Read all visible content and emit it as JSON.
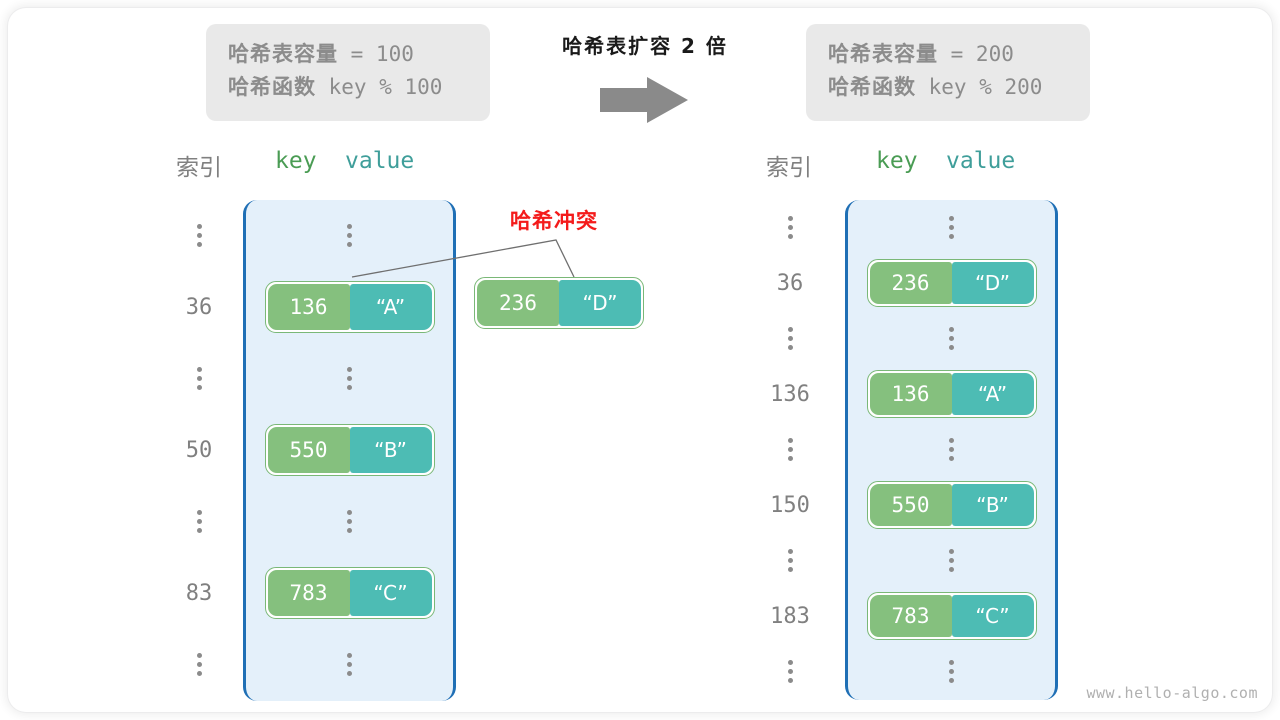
{
  "header": {
    "left_box": {
      "line1_label": "哈希表容量",
      "line1_value": " = 100",
      "line2_label": "哈希函数",
      "line2_value": " key % 100"
    },
    "right_box": {
      "line1_label": "哈希表容量",
      "line1_value": " = 200",
      "line2_label": "哈希函数",
      "line2_value": " key % 200"
    },
    "transform_label": "哈希表扩容 2 倍",
    "arrow_icon": "right-arrow-icon"
  },
  "columns": {
    "index_header": "索引",
    "key_header": "key",
    "value_header": "value"
  },
  "left_table": {
    "rows": [
      {
        "index": "",
        "ellipsis": true,
        "key": "",
        "value": ""
      },
      {
        "index": "36",
        "ellipsis": false,
        "key": "136",
        "value": "“A”"
      },
      {
        "index": "",
        "ellipsis": true,
        "key": "",
        "value": ""
      },
      {
        "index": "50",
        "ellipsis": false,
        "key": "550",
        "value": "“B”"
      },
      {
        "index": "",
        "ellipsis": true,
        "key": "",
        "value": ""
      },
      {
        "index": "83",
        "ellipsis": false,
        "key": "783",
        "value": "“C”"
      },
      {
        "index": "",
        "ellipsis": true,
        "key": "",
        "value": ""
      }
    ]
  },
  "right_table": {
    "rows": [
      {
        "index": "",
        "ellipsis": true,
        "key": "",
        "value": ""
      },
      {
        "index": "36",
        "ellipsis": false,
        "key": "236",
        "value": "“D”"
      },
      {
        "index": "",
        "ellipsis": true,
        "key": "",
        "value": ""
      },
      {
        "index": "136",
        "ellipsis": false,
        "key": "136",
        "value": "“A”"
      },
      {
        "index": "",
        "ellipsis": true,
        "key": "",
        "value": ""
      },
      {
        "index": "150",
        "ellipsis": false,
        "key": "550",
        "value": "“B”"
      },
      {
        "index": "",
        "ellipsis": true,
        "key": "",
        "value": ""
      },
      {
        "index": "183",
        "ellipsis": false,
        "key": "783",
        "value": "“C”"
      },
      {
        "index": "",
        "ellipsis": true,
        "key": "",
        "value": ""
      }
    ]
  },
  "collision": {
    "label": "哈希冲突",
    "entry": {
      "key": "236",
      "value": "“D”"
    }
  },
  "watermark": "www.hello-algo.com",
  "colors": {
    "key_cell": "#85c07e",
    "value_cell": "#4dbcb4",
    "entry_border": "#7ab877",
    "panel_fill": "#e4f0fa",
    "panel_border": "#1f6fb5",
    "collision_red": "#f41b1b",
    "info_box_bg": "#e9e9e9",
    "muted_text": "#8c8c8c",
    "arrow_gray": "#8a8a8a"
  }
}
